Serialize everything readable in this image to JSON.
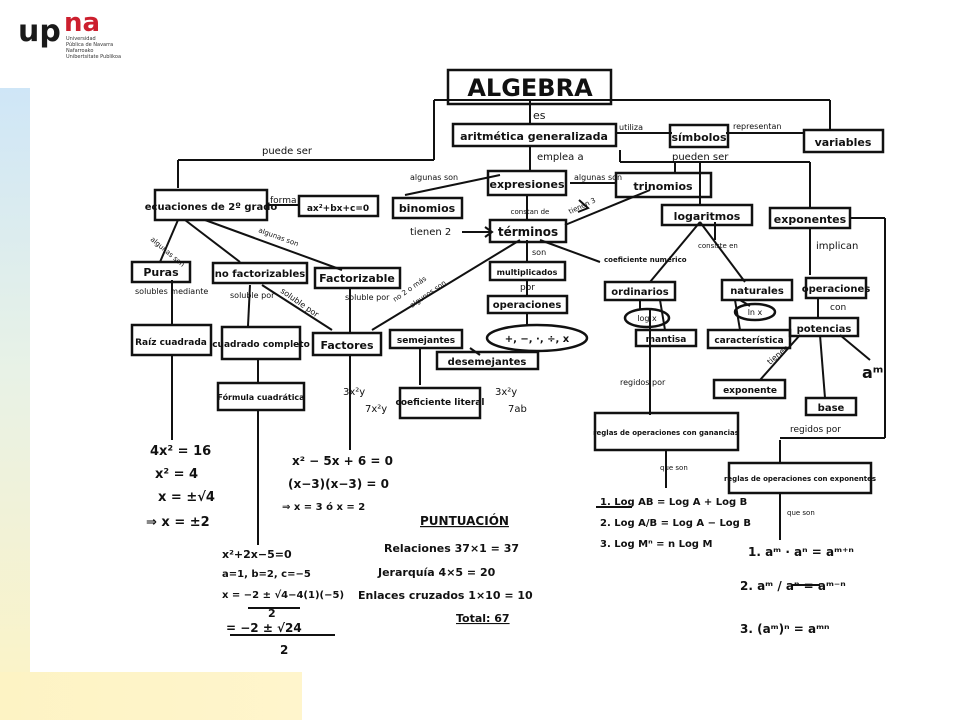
{
  "logo": {
    "brand_left": "up",
    "brand_right": "na",
    "subtitle_lines": [
      "Universidad",
      "Pública de Navarra",
      "Nafarroako",
      "Unibertsitate Publikoa"
    ],
    "colors": {
      "dark": "#1a1a1a",
      "accent": "#cc1f2e"
    }
  },
  "map": {
    "root": "ALGEBRA",
    "es": "es",
    "arith": "aritmética generalizada",
    "utiliza": "utiliza",
    "simbolos": "símbolos",
    "representan": "representan",
    "variables": "variables",
    "puede_ser": "puede ser",
    "emplea": "emplea a",
    "pueden_ser": "pueden ser",
    "ecuaciones": "ecuaciones de 2º grado",
    "forma": "forma",
    "forma_eq": "ax²+bx+c=0",
    "algunas_son_1": "algunas son",
    "expresiones": "expresiones",
    "algunas_son_2": "algunas son",
    "trinomios": "trinomios",
    "binomios": "binomios",
    "tienen2": "tienen 2",
    "constan_de": "constan de",
    "tienen3": "tienen 3",
    "terminos": "términos",
    "logaritmos": "logaritmos",
    "exponentes": "exponentes",
    "implican": "implican",
    "algunas_son_3": "algunas son",
    "algunas_son_4": "algunas son",
    "puras": "Puras",
    "no_factorizables": "no factorizables",
    "factorizable": "Factorizable",
    "son": "son",
    "multiplicados": "multiplicados",
    "por_1": "por",
    "operaciones_1": "operaciones",
    "coeficiente_numerico": "coeficiente numérico",
    "consiste_en": "consiste en",
    "ordinarios": "ordinarios",
    "naturales": "naturales",
    "operaciones_2": "operaciones",
    "con": "con",
    "solubles_mediante": "solubles mediante",
    "soluble_por_1": "soluble por",
    "soluble_por_2": "soluble por",
    "soluble_por_3": "soluble por",
    "no_2_o_mas": "no 2 o más",
    "algunos_son": "algunos son",
    "log_x": "log x",
    "ln_x": "ln x",
    "raiz": "Raíz cuadrada",
    "cuadrado": "cuadrado completo",
    "factores": "Factores",
    "semejantes": "semejantes",
    "ops_symbols": "+, −, ·, ÷, x",
    "potencias": "potencias",
    "mantisa": "mantisa",
    "caracteristica": "característica",
    "am": "aᵐ",
    "formula": "Fórmula cuadrática",
    "desemejantes": "desemejantes",
    "tienen": "tienen",
    "exponente": "exponente",
    "base": "base",
    "ex1_a": "3x²y",
    "ex1_b": "7x²y",
    "coef_literal": "coeficiente literal",
    "ex2_a": "3x²y",
    "ex2_b": "7ab",
    "regidos_por_1": "regidos por",
    "regidos_por_2": "regidos por",
    "reglas_1": "reglas de operaciones con ganancias",
    "que_son_1": "que son",
    "reglas_2": "reglas de operaciones con exponentes",
    "que_son_2": "que son",
    "eq_puras": [
      "4x² = 16",
      "x² = 4",
      "x = ±√4",
      "⇒ x = ±2"
    ],
    "eq_fact": [
      "x² − 5x + 6 = 0",
      "(x−3)(x−3) = 0",
      "⇒ x = 3 ó x = 2"
    ],
    "eq_cuad": [
      "x²+2x−5=0",
      "a=1, b=2, c=−5",
      "x = −2 ± √4−4(1)(−5)",
      "2",
      "= −2 ± √24",
      "2"
    ],
    "log_rules": [
      "1. Log AB = Log A + Log B",
      "2. Log A/B = Log A − Log B",
      "3. Log Mⁿ = n Log M"
    ],
    "exp_rules": [
      "1. aᵐ · aⁿ = aᵐ⁺ⁿ",
      "2. aᵐ / aⁿ = aᵐ⁻ⁿ",
      "3. (aᵐ)ⁿ = aᵐⁿ"
    ],
    "puntuacion": {
      "title": "PUNTUACIÓN",
      "rows": [
        "Relaciones 37×1 = 37",
        "Jerarquía 4×5 = 20",
        "Enlaces cruzados 1×10 = 10",
        "Total: 67"
      ]
    }
  }
}
